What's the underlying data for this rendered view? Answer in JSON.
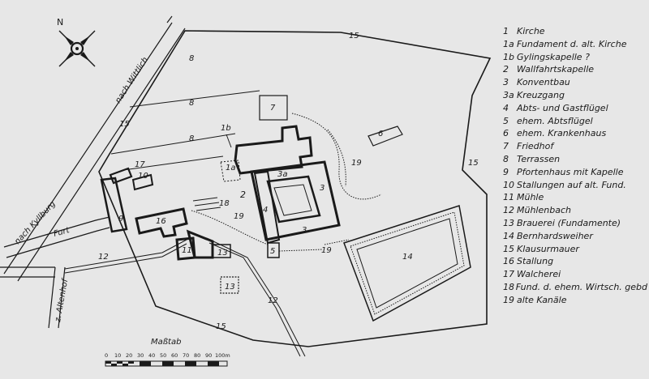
{
  "compass": {
    "north_label": "N"
  },
  "roads": {
    "to_wittlich": "nach Wittlich",
    "to_kyllburg": "nach Kyllburg",
    "to_altenhof": "z. Altenhof",
    "ford": "Furt"
  },
  "map_labels": {
    "terrace_a": "8",
    "terrace_b": "8",
    "terrace_c": "8",
    "cemetery": "7",
    "wall_north": "15",
    "wall_west": "15",
    "wall_east": "15",
    "wall_south": "15",
    "abbey_wing": "6",
    "chapel_1b": "1b",
    "foundation_1a": "1a",
    "cloister_3a": "3a",
    "convent_3_east": "3",
    "convent_3_south": "3",
    "abbot_wing": "4",
    "old_abbot_wing": "5",
    "zone_2": "2",
    "canal_19_north": "19",
    "canal_19_mid": "19",
    "canal_19_south": "19",
    "gate_house": "9",
    "stable_10": "10",
    "brewery_17": "17",
    "stable_16": "16",
    "mill": "11",
    "brook_north": "12",
    "brook_south": "12",
    "brewery_13": "13",
    "brewery_13_ruin": "13",
    "pond": "14",
    "pilgrim_chapel": "18"
  },
  "scale_bar": {
    "title": "Maßtab",
    "ticks": [
      "0",
      "10",
      "20",
      "30",
      "40",
      "50",
      "60",
      "70",
      "80",
      "90",
      "100m"
    ]
  },
  "legend": [
    {
      "num": "1",
      "text": "Kirche"
    },
    {
      "num": "1a",
      "text": "Fundament d. alt. Kirche"
    },
    {
      "num": "1b",
      "text": "Gylingskapelle ?"
    },
    {
      "num": "2",
      "text": "Wallfahrtskapelle"
    },
    {
      "num": "3",
      "text": "Konventbau"
    },
    {
      "num": "3a",
      "text": "Kreuzgang"
    },
    {
      "num": "4",
      "text": "Abts- und Gastflügel"
    },
    {
      "num": "5",
      "text": "ehem. Abtsflügel"
    },
    {
      "num": "6",
      "text": "ehem. Krankenhaus"
    },
    {
      "num": "7",
      "text": "Friedhof"
    },
    {
      "num": "8",
      "text": "Terrassen"
    },
    {
      "num": "9",
      "text": "Pfortenhaus mit Kapelle"
    },
    {
      "num": "10",
      "text": "Stallungen auf alt. Fund."
    },
    {
      "num": "11",
      "text": "Mühle"
    },
    {
      "num": "12",
      "text": "Mühlenbach"
    },
    {
      "num": "13",
      "text": "Brauerei (Fundamente)"
    },
    {
      "num": "14",
      "text": "Bernhardsweiher"
    },
    {
      "num": "15",
      "text": "Klausurmauer"
    },
    {
      "num": "16",
      "text": "Stallung"
    },
    {
      "num": "17",
      "text": "Walcherei"
    },
    {
      "num": "18",
      "text": "Fund. d. ehem. Wirtsch. gebd"
    },
    {
      "num": "19",
      "text": "alte Kanäle"
    }
  ]
}
